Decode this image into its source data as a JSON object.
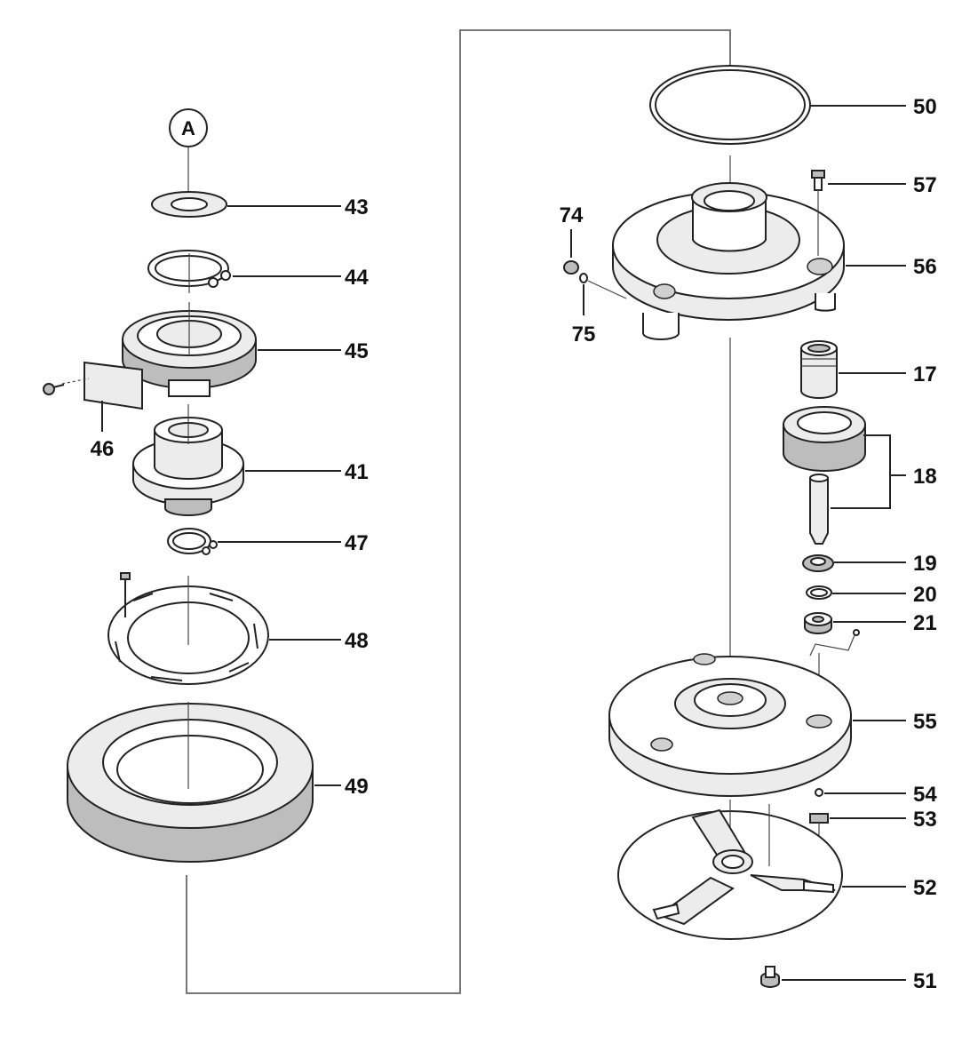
{
  "callout_a": "A",
  "labels": {
    "p43": "43",
    "p44": "44",
    "p45": "45",
    "p46": "46",
    "p41": "41",
    "p47": "47",
    "p48": "48",
    "p49": "49",
    "p50": "50",
    "p57": "57",
    "p56": "56",
    "p74": "74",
    "p75": "75",
    "p17": "17",
    "p18": "18",
    "p19": "19",
    "p20": "20",
    "p21": "21",
    "p55": "55",
    "p54": "54",
    "p53": "53",
    "p52": "52",
    "p51": "51"
  },
  "colors": {
    "line": "#222222",
    "connector": "#777777",
    "fill_light": "#ececec",
    "fill_dark": "#bdbdbd"
  }
}
